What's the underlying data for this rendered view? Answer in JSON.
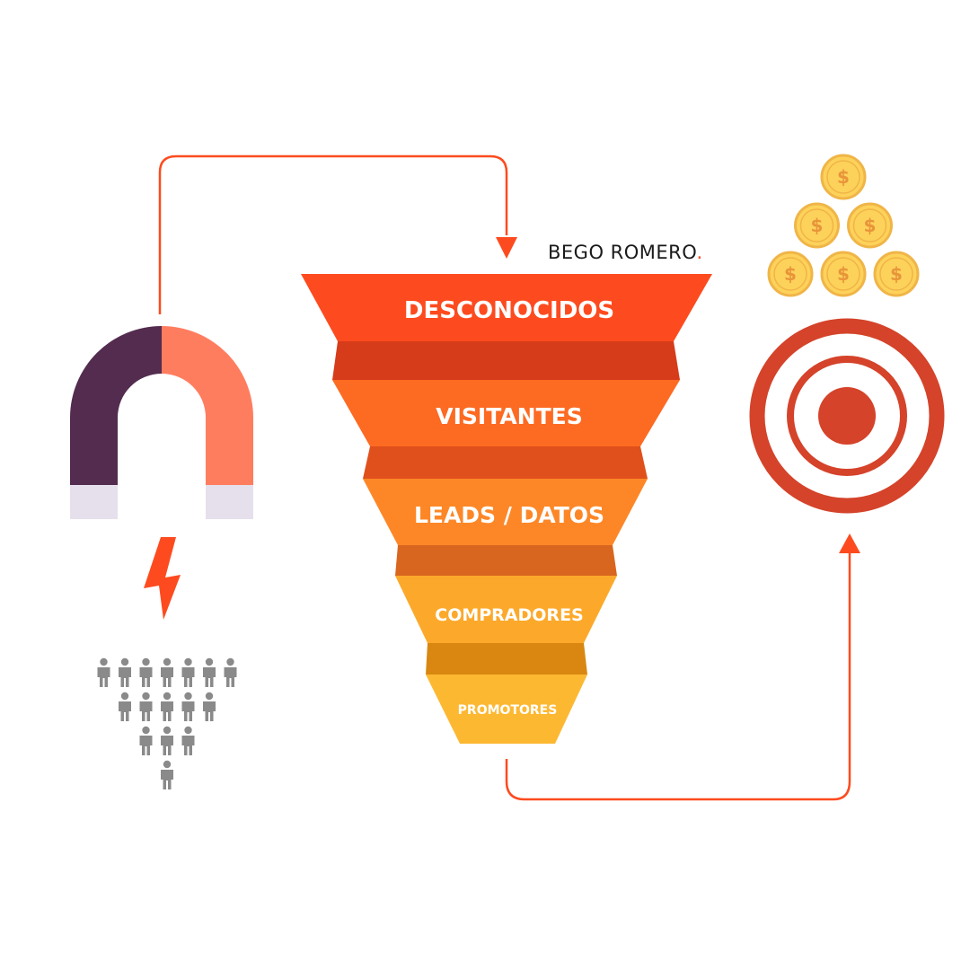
{
  "brand": {
    "name": "BEGO ROMERO",
    "dot": "."
  },
  "funnel": {
    "stages": [
      {
        "label": "DESCONOCIDOS",
        "color": "#fd4b1f",
        "band": "#d63c1a"
      },
      {
        "label": "VISITANTES",
        "color": "#fd6a22",
        "band": "#e0501c"
      },
      {
        "label": "LEADS / DATOS",
        "color": "#fd8727",
        "band": "#d9661e"
      },
      {
        "label": "COMPRADORES",
        "color": "#fca92b",
        "band": "#d98710"
      },
      {
        "label": "PROMOTORES",
        "color": "#fdb832"
      }
    ]
  },
  "colors": {
    "accent": "#fd4b1f",
    "magnet_left": "#532c4f",
    "magnet_right": "#ff7d5f",
    "magnet_tips": "#e6e0ec",
    "people": "#8a8a8a",
    "coin": "#fdd25a",
    "coin_border": "#f0b548",
    "coin_symbol": "#e8953a",
    "target": "#d4432a"
  },
  "icons": {
    "magnet": "magnet-icon",
    "lightning": "lightning-icon",
    "people": "people-crowd-icon",
    "coins": "coins-stack-icon",
    "target": "target-icon",
    "coin_symbol": "$"
  },
  "people_rows": [
    7,
    5,
    3,
    1
  ],
  "coin_rows": [
    1,
    2,
    3
  ]
}
